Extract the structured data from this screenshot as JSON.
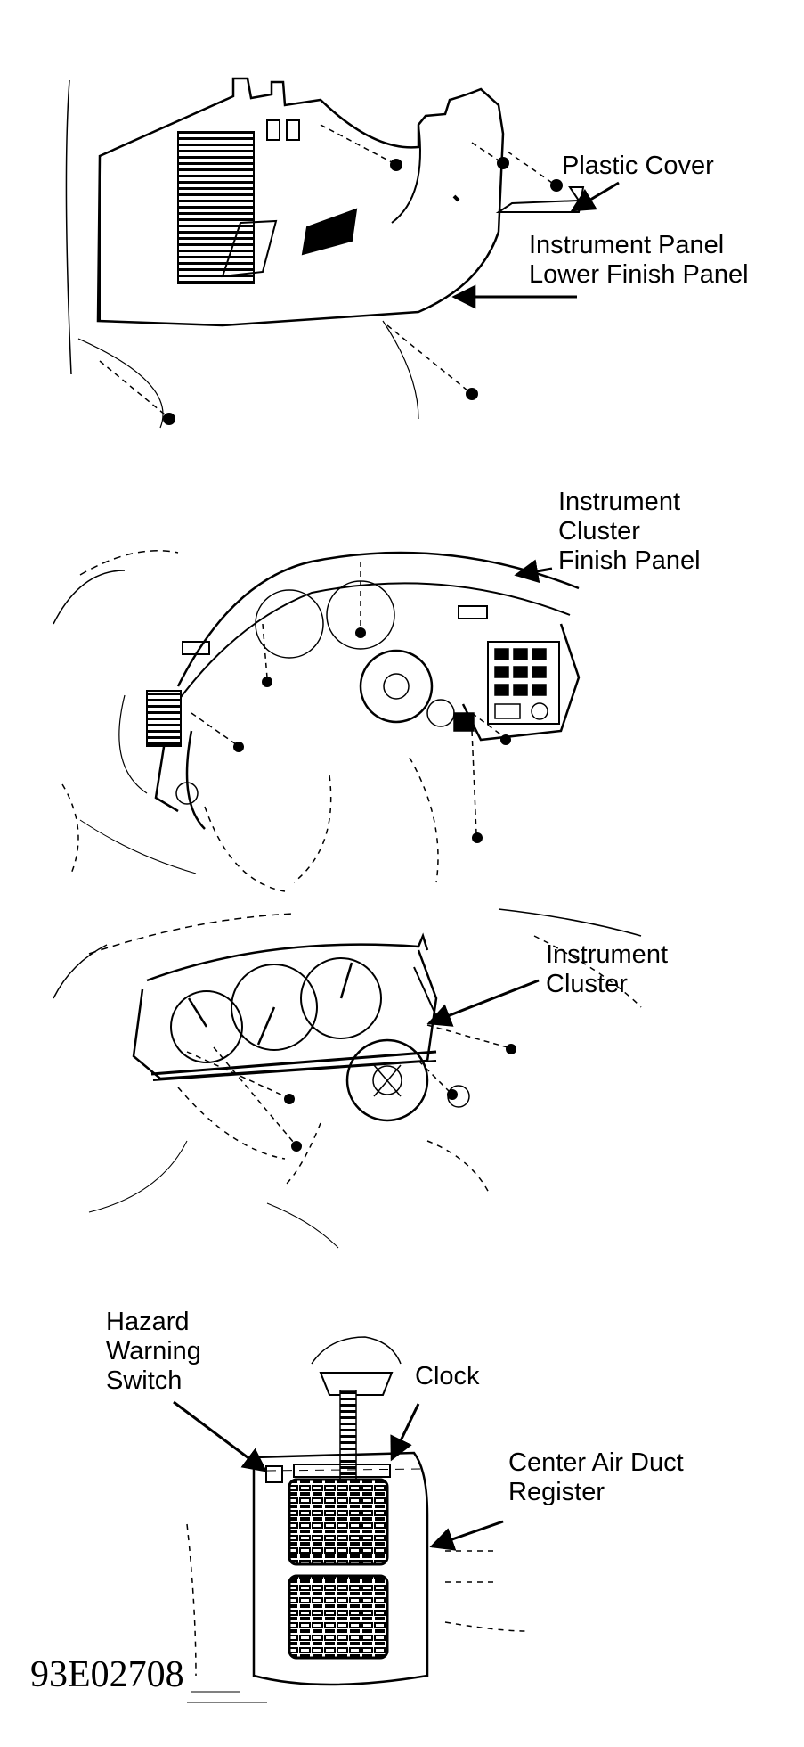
{
  "diagram": {
    "step1": {
      "plastic_cover": "Plastic Cover",
      "lower_panel_line1": "Instrument Panel",
      "lower_panel_line2": "Lower Finish Panel"
    },
    "step2": {
      "line1": "Instrument",
      "line2": "Cluster",
      "line3": "Finish Panel"
    },
    "step3": {
      "line1": "Instrument",
      "line2": "Cluster"
    },
    "step4": {
      "hazard_line1": "Hazard",
      "hazard_line2": "Warning",
      "hazard_line3": "Switch",
      "clock": "Clock",
      "register_line1": "Center Air Duct",
      "register_line2": "Register"
    },
    "doc_id": "93E02708"
  }
}
